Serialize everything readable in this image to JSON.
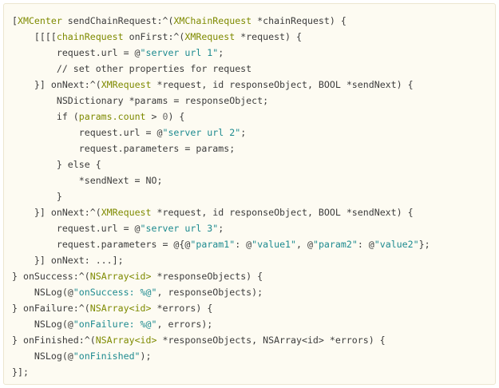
{
  "lines": [
    [
      {
        "t": "[",
        "c": "plain"
      },
      {
        "t": "XMCenter",
        "c": "type"
      },
      {
        "t": " sendChainRequest:^(",
        "c": "plain"
      },
      {
        "t": "XMChainRequest",
        "c": "type"
      },
      {
        "t": " *chainRequest) {",
        "c": "plain"
      }
    ],
    [
      {
        "t": "    [[[[",
        "c": "plain"
      },
      {
        "t": "chainRequest",
        "c": "type"
      },
      {
        "t": " onFirst:^(",
        "c": "plain"
      },
      {
        "t": "XMRequest",
        "c": "type"
      },
      {
        "t": " *request) {",
        "c": "plain"
      }
    ],
    [
      {
        "t": "        request.url = @",
        "c": "plain"
      },
      {
        "t": "\"server url 1\"",
        "c": "str"
      },
      {
        "t": ";",
        "c": "plain"
      }
    ],
    [
      {
        "t": "        // set other properties for request",
        "c": "plain"
      }
    ],
    [
      {
        "t": "    }] onNext:^(",
        "c": "plain"
      },
      {
        "t": "XMRequest",
        "c": "type"
      },
      {
        "t": " *request, id responseObject, BOOL *sendNext) {",
        "c": "plain"
      }
    ],
    [
      {
        "t": "        NSDictionary *params = responseObject;",
        "c": "plain"
      }
    ],
    [
      {
        "t": "        if (",
        "c": "plain"
      },
      {
        "t": "params.count",
        "c": "type"
      },
      {
        "t": " > ",
        "c": "plain"
      },
      {
        "t": "0",
        "c": "num"
      },
      {
        "t": ") {",
        "c": "plain"
      }
    ],
    [
      {
        "t": "            request.url = @",
        "c": "plain"
      },
      {
        "t": "\"server url 2\"",
        "c": "str"
      },
      {
        "t": ";",
        "c": "plain"
      }
    ],
    [
      {
        "t": "            request.parameters = params;",
        "c": "plain"
      }
    ],
    [
      {
        "t": "        } else {",
        "c": "plain"
      }
    ],
    [
      {
        "t": "            *sendNext = NO;",
        "c": "plain"
      }
    ],
    [
      {
        "t": "        }",
        "c": "plain"
      }
    ],
    [
      {
        "t": "    }] onNext:^(",
        "c": "plain"
      },
      {
        "t": "XMRequest",
        "c": "type"
      },
      {
        "t": " *request, id responseObject, BOOL *sendNext) {",
        "c": "plain"
      }
    ],
    [
      {
        "t": "        request.url = @",
        "c": "plain"
      },
      {
        "t": "\"server url 3\"",
        "c": "str"
      },
      {
        "t": ";",
        "c": "plain"
      }
    ],
    [
      {
        "t": "        request.parameters = @{@",
        "c": "plain"
      },
      {
        "t": "\"param1\"",
        "c": "str"
      },
      {
        "t": ": @",
        "c": "plain"
      },
      {
        "t": "\"value1\"",
        "c": "str"
      },
      {
        "t": ", @",
        "c": "plain"
      },
      {
        "t": "\"param2\"",
        "c": "str"
      },
      {
        "t": ": @",
        "c": "plain"
      },
      {
        "t": "\"value2\"",
        "c": "str"
      },
      {
        "t": "};",
        "c": "plain"
      }
    ],
    [
      {
        "t": "    }] onNext: ...];",
        "c": "plain"
      }
    ],
    [
      {
        "t": "} onSuccess:^(",
        "c": "plain"
      },
      {
        "t": "NSArray<id>",
        "c": "type"
      },
      {
        "t": " *responseObjects) {",
        "c": "plain"
      }
    ],
    [
      {
        "t": "    NSLog(@",
        "c": "plain"
      },
      {
        "t": "\"onSuccess: %@\"",
        "c": "str"
      },
      {
        "t": ", responseObjects);",
        "c": "plain"
      }
    ],
    [
      {
        "t": "} onFailure:^(",
        "c": "plain"
      },
      {
        "t": "NSArray<id>",
        "c": "type"
      },
      {
        "t": " *errors) {",
        "c": "plain"
      }
    ],
    [
      {
        "t": "    NSLog(@",
        "c": "plain"
      },
      {
        "t": "\"onFailure: %@\"",
        "c": "str"
      },
      {
        "t": ", errors);",
        "c": "plain"
      }
    ],
    [
      {
        "t": "} onFinished:^(",
        "c": "plain"
      },
      {
        "t": "NSArray<id>",
        "c": "type"
      },
      {
        "t": " *responseObjects, NSArray<id> *errors) {",
        "c": "plain"
      }
    ],
    [
      {
        "t": "    NSLog(@",
        "c": "plain"
      },
      {
        "t": "\"onFinished\"",
        "c": "str"
      },
      {
        "t": ");",
        "c": "plain"
      }
    ],
    [
      {
        "t": "}];",
        "c": "plain"
      }
    ]
  ]
}
